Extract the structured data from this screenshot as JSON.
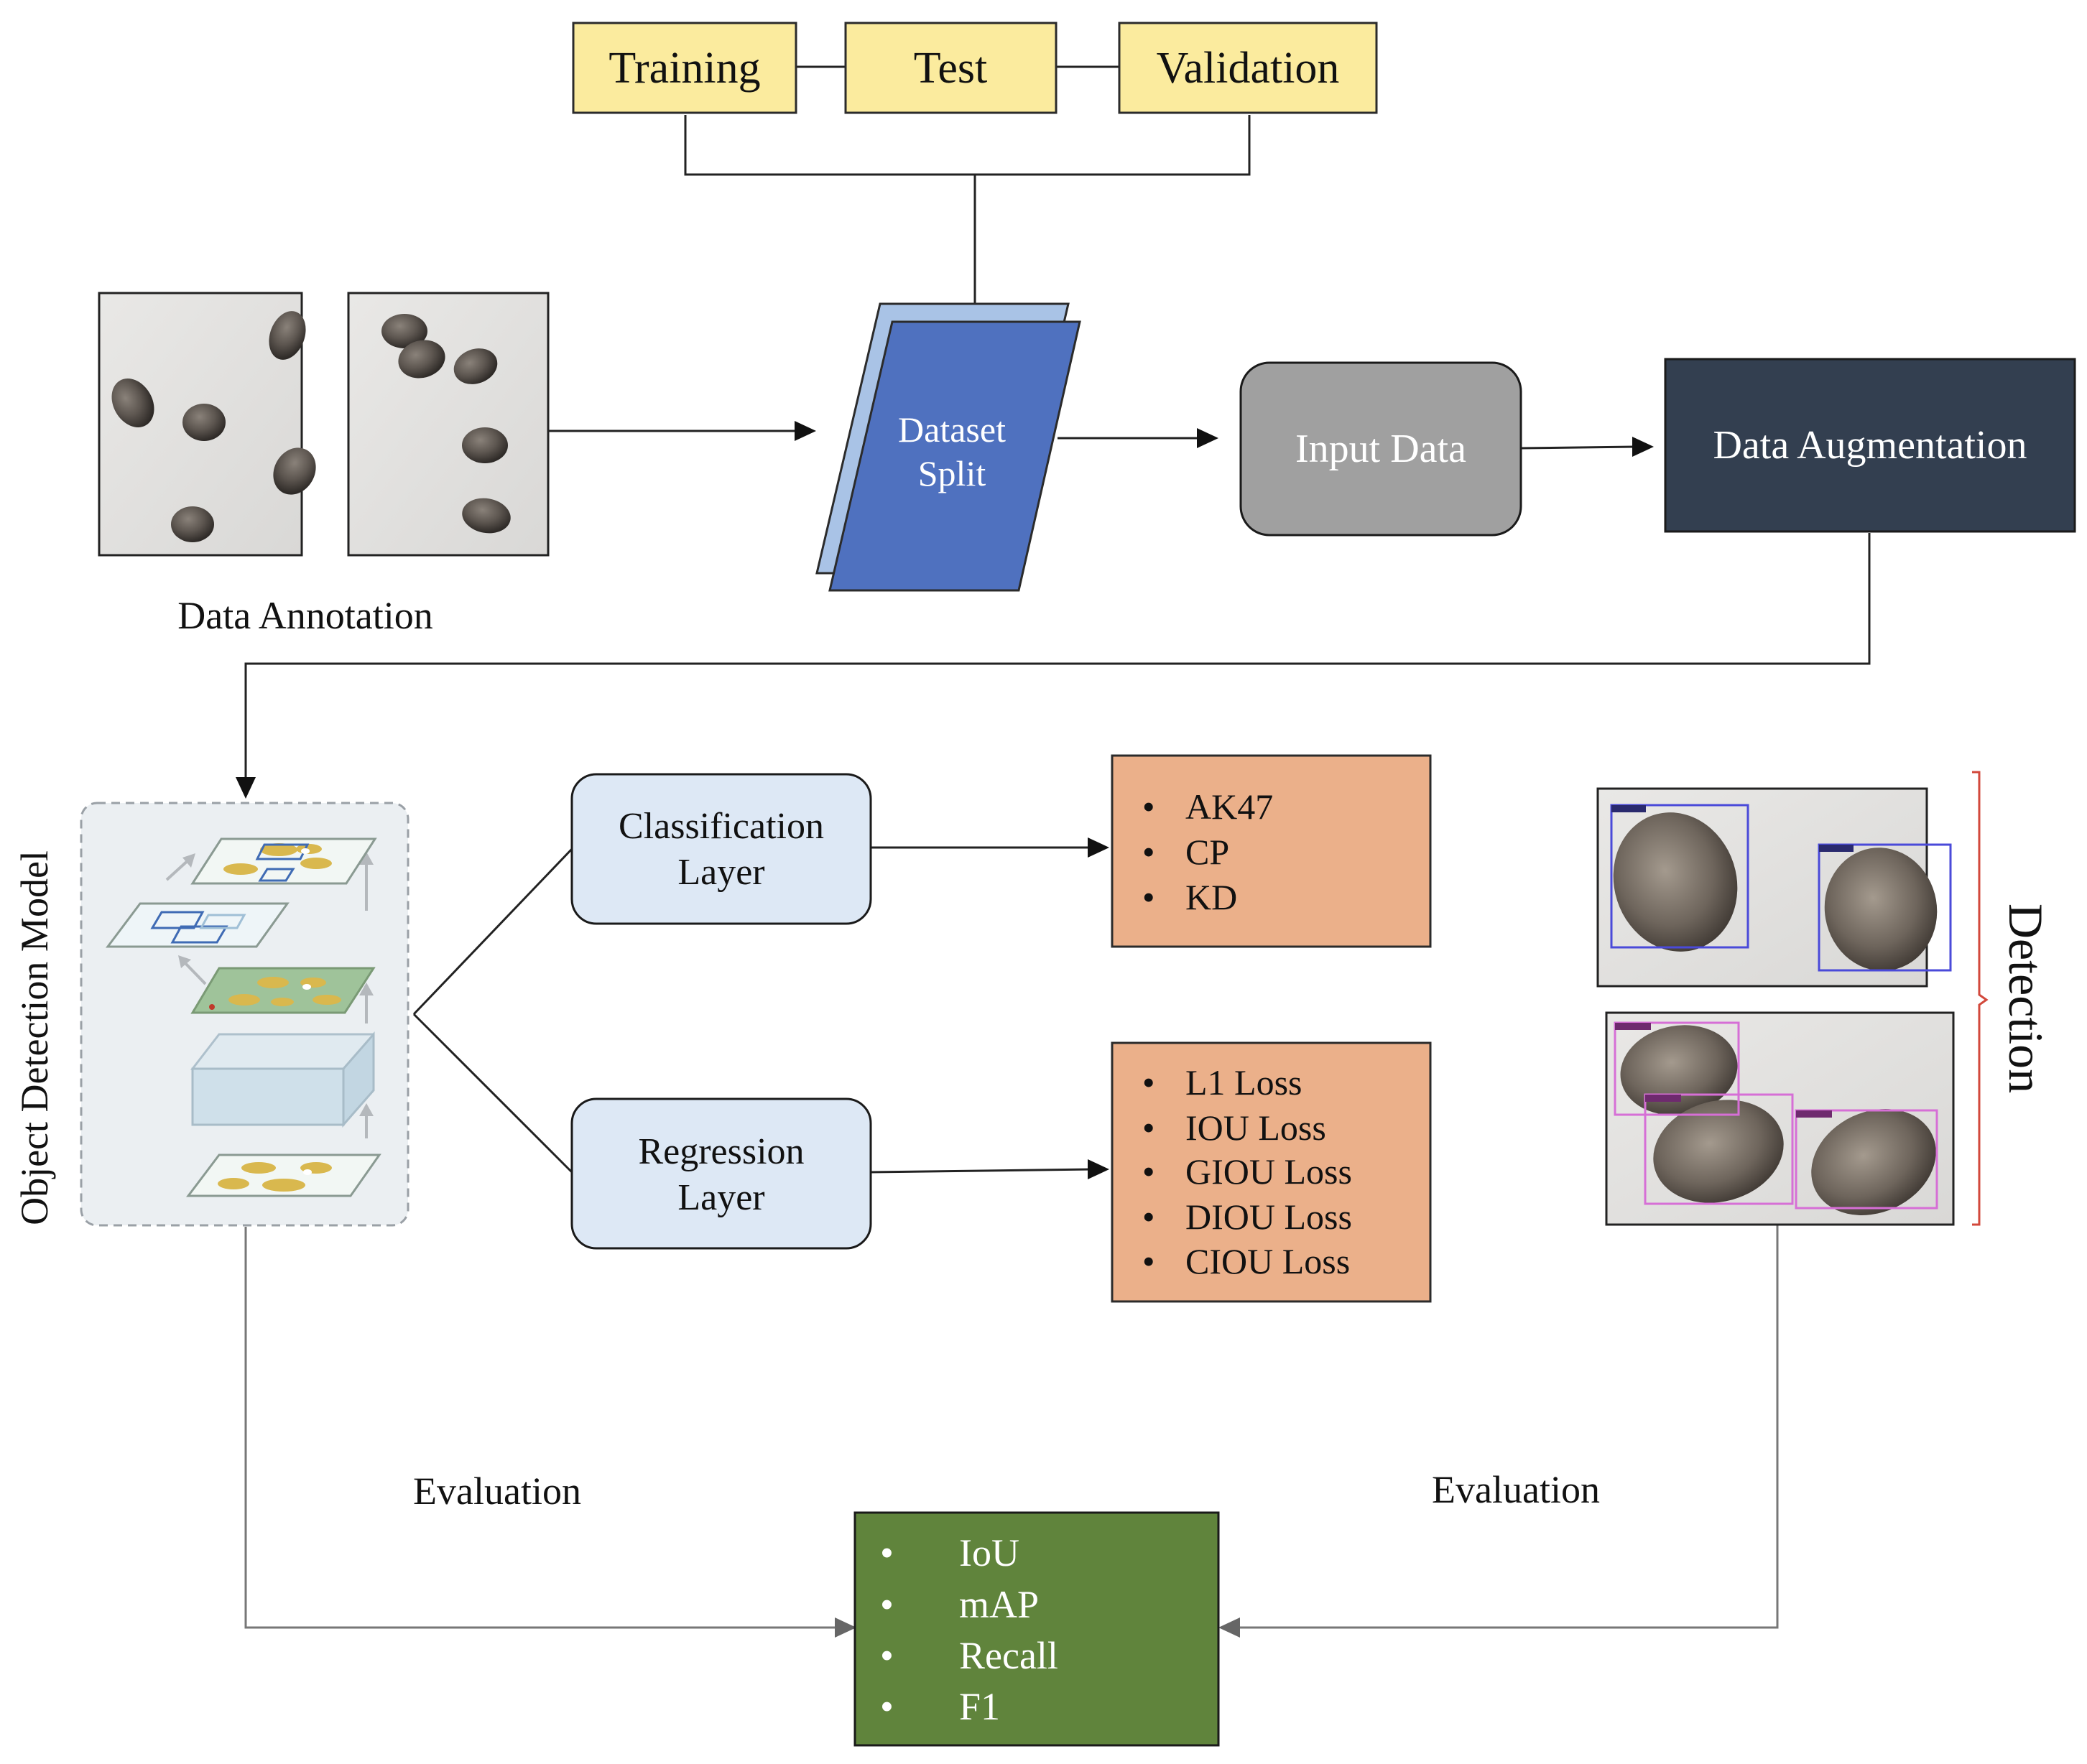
{
  "split": {
    "training": "Training",
    "test": "Test",
    "validation": "Validation"
  },
  "dataset_split": [
    "Dataset",
    "Split"
  ],
  "input_data": "Input Data",
  "data_augmentation": "Data Augmentation",
  "data_annotation": "Data Annotation",
  "object_detection_model": "Object Detection Model",
  "classification_layer": [
    "Classification",
    "Layer"
  ],
  "regression_layer": [
    "Regression",
    "Layer"
  ],
  "classes": [
    "AK47",
    "CP",
    "KD"
  ],
  "losses": [
    "L1 Loss",
    "IOU Loss",
    "GIOU Loss",
    "DIOU Loss",
    "CIOU Loss"
  ],
  "detection": "Detection",
  "evaluation_left": "Evaluation",
  "evaluation_right": "Evaluation",
  "metrics": [
    "IoU",
    "mAP",
    "Recall",
    "F1"
  ],
  "colors": {
    "split_box_fill": "#fbeb9e",
    "dataset_split_front": "#4f71bf",
    "dataset_split_back": "#a9c3e6",
    "input_data_fill": "#a0a0a0",
    "augmentation_fill": "#333f50",
    "layer_fill": "#dde8f5",
    "class_box_fill": "#ebb08a",
    "metrics_fill": "#60843c",
    "bracket": "#d2483b",
    "seed": "#5d5650",
    "photo_bg": "#e4e3e1",
    "bbox_blue": "#4a4ad9",
    "bbox_pink": "#d66fd6"
  }
}
